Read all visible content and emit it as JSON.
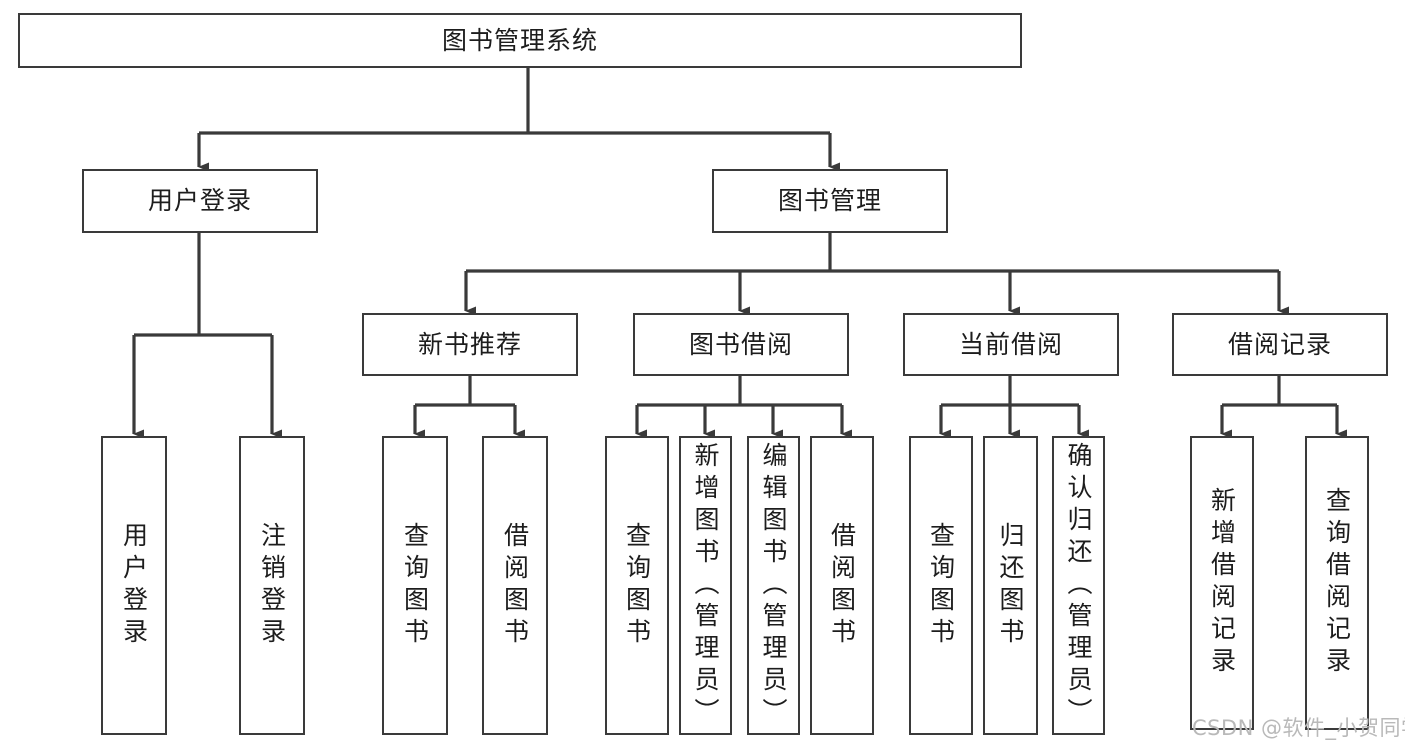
{
  "diagram": {
    "title": "图书管理系统",
    "type": "tree",
    "stroke_color": "#3a3a3a",
    "text_color": "#1d1d1d",
    "background": "#ffffff",
    "nodes": {
      "root": {
        "label": "图书管理系统"
      },
      "level2": [
        {
          "id": "user-login",
          "label": "用户登录"
        },
        {
          "id": "book-management",
          "label": "图书管理"
        }
      ],
      "level3": [
        {
          "id": "new-book-recommend",
          "label": "新书推荐"
        },
        {
          "id": "book-borrow",
          "label": "图书借阅"
        },
        {
          "id": "current-borrow",
          "label": "当前借阅"
        },
        {
          "id": "borrow-record",
          "label": "借阅记录"
        }
      ],
      "leaves": {
        "user-login": [
          {
            "id": "leaf-user-login",
            "label": "用户登录"
          },
          {
            "id": "leaf-logout",
            "label": "注销登录"
          }
        ],
        "new-book-recommend": [
          {
            "id": "leaf-query-book-1",
            "label": "查询图书"
          },
          {
            "id": "leaf-borrow-book-1",
            "label": "借阅图书"
          }
        ],
        "book-borrow": [
          {
            "id": "leaf-query-book-2",
            "label": "查询图书"
          },
          {
            "id": "leaf-add-book",
            "label": "新增图书（管理员）"
          },
          {
            "id": "leaf-edit-book",
            "label": "编辑图书（管理员）"
          },
          {
            "id": "leaf-borrow-book-2",
            "label": "借阅图书"
          }
        ],
        "current-borrow": [
          {
            "id": "leaf-query-book-3",
            "label": "查询图书"
          },
          {
            "id": "leaf-return-book",
            "label": "归还图书"
          },
          {
            "id": "leaf-confirm-return",
            "label": "确认归还（管理员）"
          }
        ],
        "borrow-record": [
          {
            "id": "leaf-add-record",
            "label": "新增借阅记录"
          },
          {
            "id": "leaf-query-record",
            "label": "查询借阅记录"
          }
        ]
      }
    }
  },
  "watermark": {
    "text": "CSDN @软件_小贺同学"
  }
}
